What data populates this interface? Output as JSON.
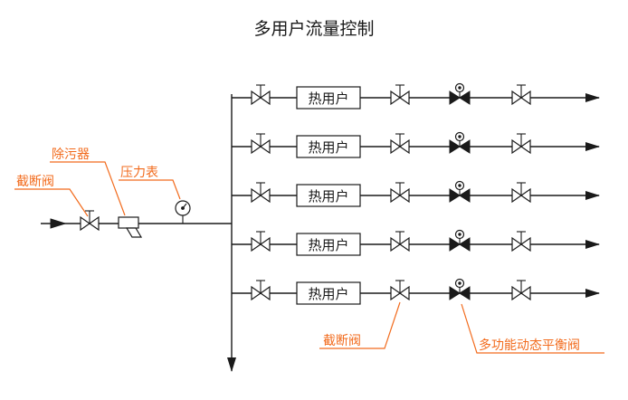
{
  "title": "多用户流量控制",
  "branch_count": 5,
  "user_label": "热用户",
  "labels": {
    "main_shutoff_valve": "截断阀",
    "strainer": "除污器",
    "pressure_gauge": "压力表",
    "branch_shutoff_valve": "截断阀",
    "balancing_valve": "多功能动态平衡阀"
  },
  "colors": {
    "line": "#1a1a1a",
    "callout": "#f26b1d",
    "background": "#ffffff"
  }
}
